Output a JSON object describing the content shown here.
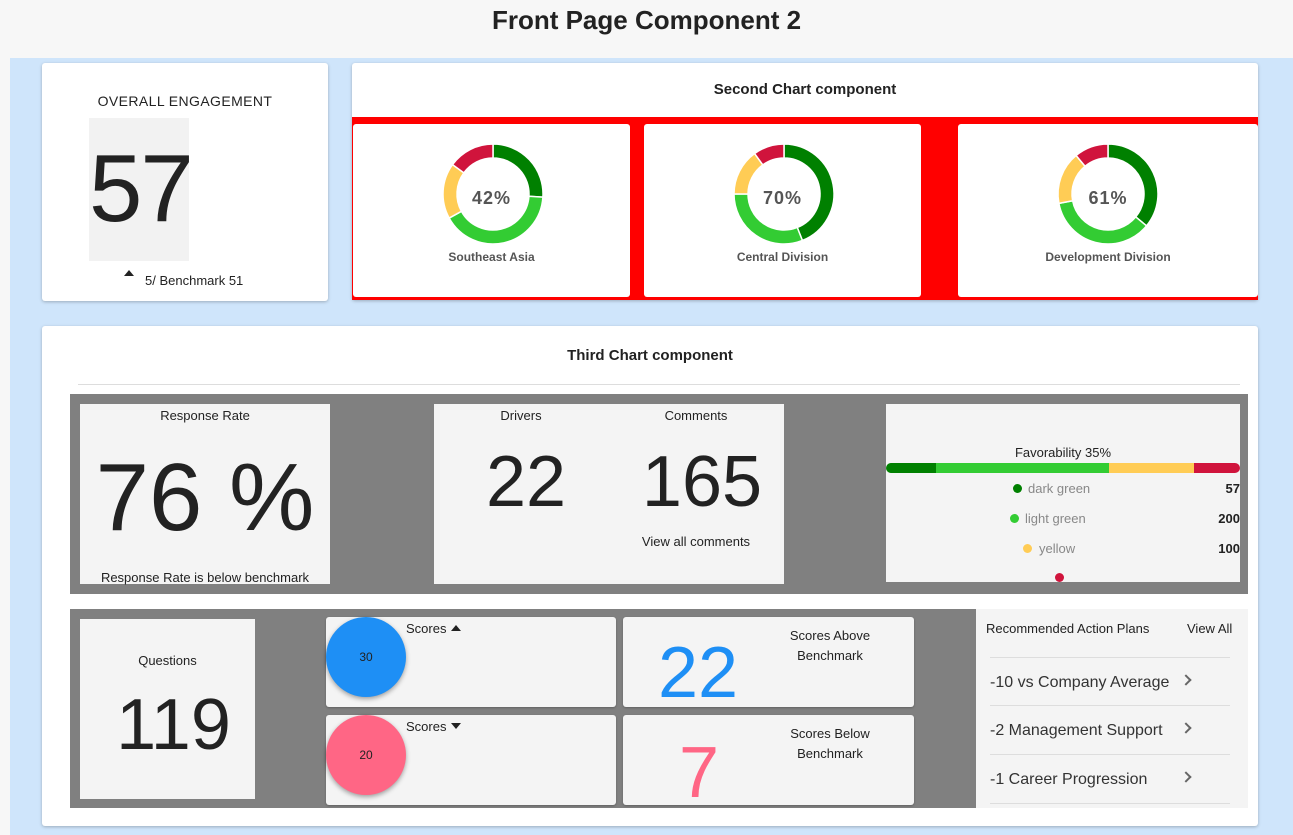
{
  "page": {
    "title": "Front Page Component 2"
  },
  "engagement": {
    "title": "OVERALL ENGAGEMENT",
    "value": "57",
    "benchmark": "5/ Benchmark 51"
  },
  "second_chart": {
    "title": "Second Chart component",
    "donuts": [
      {
        "label": "Southeast Asia",
        "pct": "42%",
        "segments": [
          0.26,
          0.41,
          0.18,
          0.15
        ]
      },
      {
        "label": "Central Division",
        "pct": "70%",
        "segments": [
          0.44,
          0.31,
          0.15,
          0.1
        ]
      },
      {
        "label": "Development Division",
        "pct": "61%",
        "segments": [
          0.36,
          0.36,
          0.17,
          0.11
        ]
      }
    ],
    "colors": {
      "dark_green": "#008000",
      "light_green": "#33cc33",
      "yellow": "#ffcc55",
      "red": "#d0143c"
    }
  },
  "third_chart": {
    "title": "Third Chart component",
    "response_rate": {
      "title": "Response Rate",
      "value": "76 %",
      "note": "Response Rate is below benchmark"
    },
    "drivers": {
      "label": "Drivers",
      "value": "22"
    },
    "comments": {
      "label": "Comments",
      "value": "165",
      "link": "View all comments"
    },
    "favorability": {
      "title": "Favorability 35%",
      "bar": [
        0.14,
        0.49,
        0.24,
        0.13
      ],
      "rows": [
        {
          "name": "dark green",
          "value": "57",
          "color": "#008000"
        },
        {
          "name": "light green",
          "value": "200",
          "color": "#33cc33"
        },
        {
          "name": "yellow",
          "value": "100",
          "color": "#ffcc55"
        },
        {
          "name": "",
          "value": "",
          "color": "#d0143c"
        }
      ]
    },
    "questions": {
      "label": "Questions",
      "value": "119"
    },
    "scores_up": {
      "label": "Scores",
      "value": "30",
      "color": "#1e8ff5"
    },
    "scores_down": {
      "label": "Scores",
      "value": "20",
      "color": "#ff6685"
    },
    "above": {
      "label": "Scores Above Benchmark",
      "value": "22",
      "color": "#1e8ff5"
    },
    "below": {
      "label": "Scores Below Benchmark",
      "value": "7",
      "color": "#ff6685"
    },
    "action_plans": {
      "title": "Recommended Action Plans",
      "view_all": "View All",
      "items": [
        {
          "label": "-10 vs Company Average"
        },
        {
          "label": "-2 Management Support"
        },
        {
          "label": "-1 Career Progression"
        }
      ]
    }
  }
}
